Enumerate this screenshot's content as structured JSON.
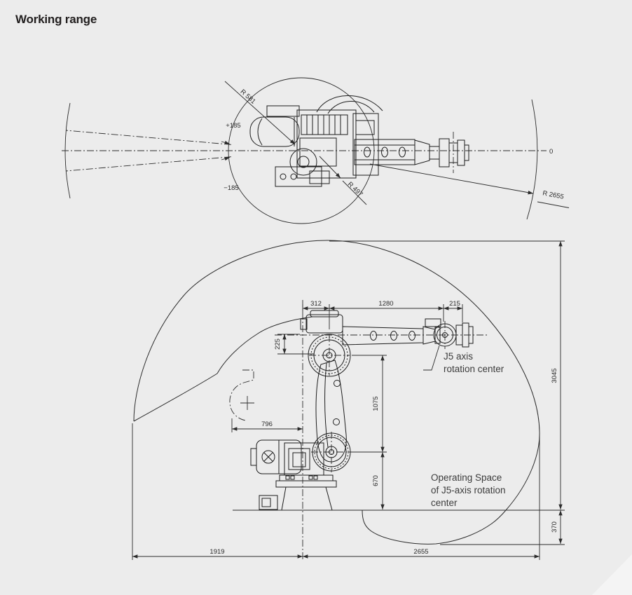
{
  "title": "Working range",
  "top_view": {
    "r581": "R 581",
    "plus_limit": "+185",
    "minus_limit": "−185",
    "r497": "R 497",
    "r2655": "R 2655",
    "zero": "0"
  },
  "side_view": {
    "dim_312": "312",
    "dim_1280": "1280",
    "dim_215": "215",
    "dim_225": "225",
    "dim_1075": "1075",
    "dim_670": "670",
    "dim_3045": "3045",
    "dim_370": "370",
    "dim_796": "796",
    "dim_1919": "1919",
    "dim_2655": "2655",
    "j5_label_line1": "J5 axis",
    "j5_label_line2": "rotation center",
    "op_space_line1": "Operating Space",
    "op_space_line2": "of J5-axis rotation",
    "op_space_line3": "center"
  },
  "colors": {
    "background": "#ececec",
    "corner": "#f4f4f4",
    "line": "#2b2b2b",
    "text": "#3c3c3c"
  }
}
